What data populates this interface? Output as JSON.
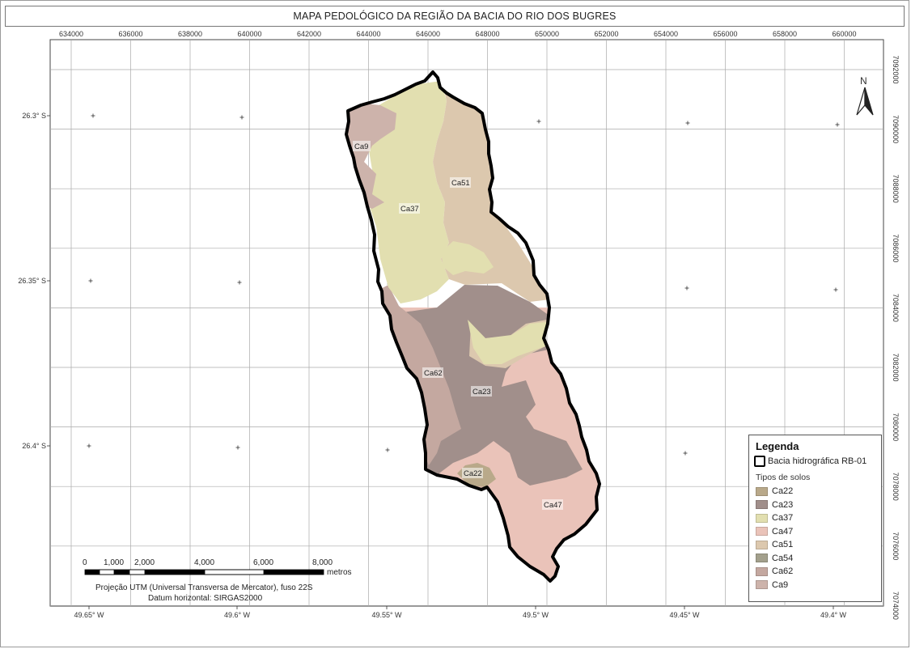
{
  "title": "MAPA PEDOLÓGICO DA REGIÃO DA BACIA DO RIO DOS BUGRES",
  "top_ticks": [
    "634000",
    "636000",
    "638000",
    "640000",
    "642000",
    "644000",
    "646000",
    "648000",
    "650000",
    "652000",
    "654000",
    "656000",
    "658000",
    "660000"
  ],
  "right_ticks": [
    "7092000",
    "7090000",
    "7088000",
    "7086000",
    "7084000",
    "7082000",
    "7080000",
    "7078000",
    "7076000",
    "7074000"
  ],
  "left_ticks": [
    "26.3° S",
    "26.35° S",
    "26.4° S"
  ],
  "bottom_ticks": [
    "49.65° W",
    "49.6° W",
    "49.55° W",
    "49.5° W",
    "49.45° W",
    "49.4° W"
  ],
  "north_label": "N",
  "scale_bar": {
    "labels": [
      "0",
      "1,000",
      "2,000",
      "4,000",
      "6,000",
      "8,000"
    ],
    "unit": "metros"
  },
  "projection_text": "Projeção UTM (Universal Transversa de Mercator), fuso 22S",
  "datum_text": "Datum horizontal: SIRGAS2000",
  "map_labels": [
    "Ca9",
    "Ca51",
    "Ca37",
    "Ca62",
    "Ca23",
    "Ca22",
    "Ca47"
  ],
  "legend": {
    "title": "Legenda",
    "basin_label": "Bacia hidrográfica RB-01",
    "subtitle": "Tipos de solos",
    "items": [
      {
        "label": "Ca22",
        "color": "#b9a98a"
      },
      {
        "label": "Ca23",
        "color": "#a18f8b"
      },
      {
        "label": "Ca37",
        "color": "#e2dfb0"
      },
      {
        "label": "Ca47",
        "color": "#eac3b9"
      },
      {
        "label": "Ca51",
        "color": "#dcc8ae"
      },
      {
        "label": "Ca54",
        "color": "#a3a08c"
      },
      {
        "label": "Ca62",
        "color": "#c4a8a0"
      },
      {
        "label": "Ca9",
        "color": "#cdb3ab"
      }
    ]
  }
}
